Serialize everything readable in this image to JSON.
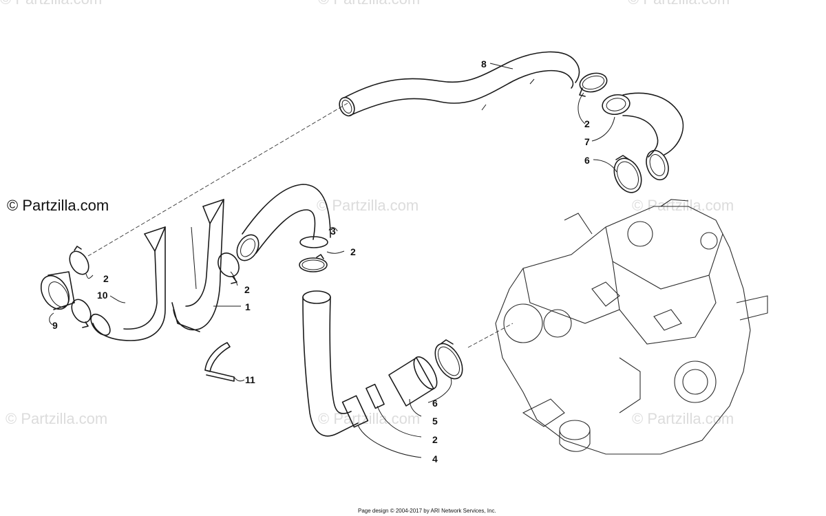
{
  "watermark": "© Partzilla.com",
  "copyright": "© Partzilla.com",
  "footer": "Page design © 2004-2017 by ARI Network Services, Inc.",
  "callouts": [
    "8",
    "2",
    "7",
    "6",
    "3",
    "2",
    "2",
    "10",
    "9",
    "1",
    "2",
    "11",
    "6",
    "5",
    "2",
    "4"
  ]
}
